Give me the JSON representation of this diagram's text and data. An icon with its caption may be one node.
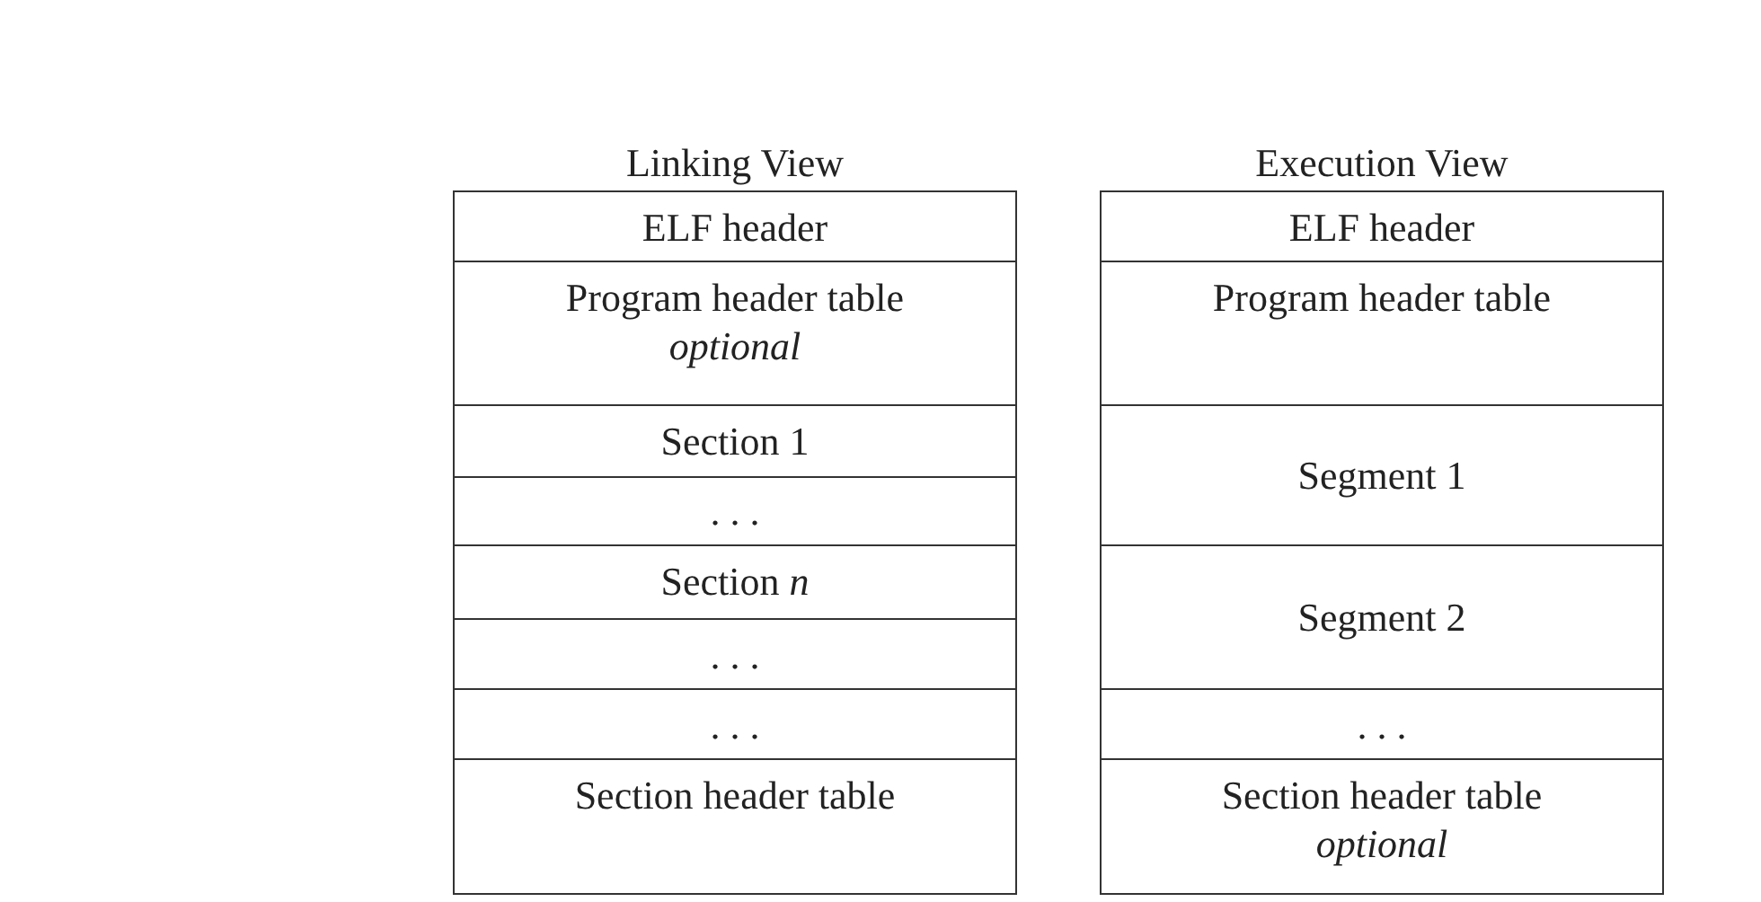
{
  "diagram": {
    "nodes": [
      {
        "text": [
          "Linking View"
        ]
      },
      {
        "text": [
          "ELF header"
        ],
        "in": 0
      },
      {
        "text": [
          "Program header table",
          "optional"
        ],
        "in": 0
      },
      {
        "text": [
          "Section 1"
        ],
        "in": 0
      },
      {
        "text": [
          ". . ."
        ],
        "in": 0
      },
      {
        "text": [
          "Section *n*"
        ],
        "in": 0
      },
      {
        "text": [
          ". . ."
        ],
        "in": 0
      },
      {
        "text": [
          ". . ."
        ],
        "in": 0
      },
      {
        "text": [
          "Section header table"
        ],
        "in": 0
      },
      {
        "text": [
          "Execution View"
        ]
      },
      {
        "text": [
          "ELF header"
        ],
        "in": 9
      },
      {
        "text": [
          "Program header table"
        ],
        "in": 9
      },
      {
        "text": [
          "Segment 1"
        ],
        "in": 9
      },
      {
        "text": [
          "Segment 2"
        ],
        "in": 9
      },
      {
        "text": [
          ". . ."
        ],
        "in": 9
      },
      {
        "text": [
          "Section header table",
          "optional"
        ],
        "in": 9
      }
    ]
  }
}
